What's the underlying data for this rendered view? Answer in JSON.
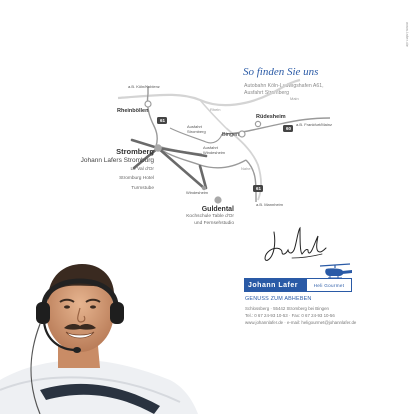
{
  "side_text": "www.lafer.de",
  "heading": "So finden Sie uns",
  "directions": {
    "line1": "Autobahn Köln-Ludwigshafen A61,",
    "line2": "Ausfahrt Stromberg"
  },
  "map": {
    "towns": {
      "rheinboellen": "Rheinböllen",
      "ruedesheim": "Rüdesheim",
      "bingen": "Bingen",
      "windesheim": "Windesheim",
      "mainz_hint": "Main",
      "nahe_hint": "Nahe",
      "rhein_hint": "Rhein"
    },
    "hints": {
      "koblenz": "a.B. Köln/Koblenz",
      "frankfurt": "a.B. Frankfurt/Mainz",
      "mannheim": "a.B. Mannheim",
      "ausfahrt_stromberg": "Ausfahrt Stromberg",
      "ausfahrt_windesheim": "Ausfahrt Windesheim"
    },
    "road_numbers": {
      "a61_top": "61",
      "a60": "60",
      "a61_bottom": "61"
    },
    "colors": {
      "road": "#9a9a9a",
      "river": "#cfcfcf",
      "route": "#6a6a6a",
      "point": "#9d9d9d"
    }
  },
  "stromberg": {
    "name": "Stromberg",
    "subtitle": "Johann Lafers Stromburg",
    "line1": "Le Val d'Or",
    "line2": "Stromburg Hotel",
    "line3": "Turmstube"
  },
  "guldental": {
    "name": "Guldental",
    "line1": "Kochschule Table d'Or",
    "line2": "und Fernsehstudio"
  },
  "signature": "Johann Lafer",
  "logo": {
    "name": "Johann Lafer",
    "tag": "Heli Gourmet",
    "icon": "helicopter-icon",
    "brand_color": "#2a5aa6"
  },
  "genuss": "GENUSS ZUM ABHEBEN",
  "address": {
    "line1": "Schlossberg · 55442 Stromberg bei Bingen",
    "line2": "Tel.: 0 67 24-93 10-53 · Fax: 0 67 24-93 10-56",
    "line3": "www.johannlafer.de · e-mail: heligourmet@johannlafer.de"
  },
  "photo": {
    "subject": "chef-with-headset-icon"
  }
}
